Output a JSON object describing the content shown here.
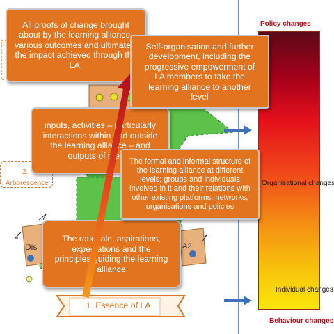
{
  "callouts": {
    "outcomes": "All proofs of change brought about by the learning alliance, various outcomes and ultimately the impact achieved through the LA.",
    "self_organisation": "Self-organisation and further development, including the progressive empowerment of LA members to take the learning alliance to another level",
    "inputs": "inputs, activities – particularly interactions within and outside the learning alliance – and outputs of the LA",
    "structure": "The formal and informal structure of the learning alliance at different levels; groups and individuals involved in it and their relations with other existing platforms, networks, organisations and policies",
    "rationale": "The rationale, aspirations, expectations and the principles guiding the learning alliance"
  },
  "labels": {
    "essence": "1. Essence of LA",
    "arborescence_number": "2.",
    "arborescence": "Arborescence",
    "dis": "Dis",
    "a2": "A2"
  },
  "scale": {
    "top": "Policy changes",
    "middle": "Organisational changes",
    "lower": "Individual changes",
    "bottom": "Behaviour changes"
  },
  "colors": {
    "callout_fill": "#e2731f",
    "tree_green": "#5cc24a",
    "arrow_blue": "#3e72b8",
    "scale_label_red": "#c0101a"
  }
}
